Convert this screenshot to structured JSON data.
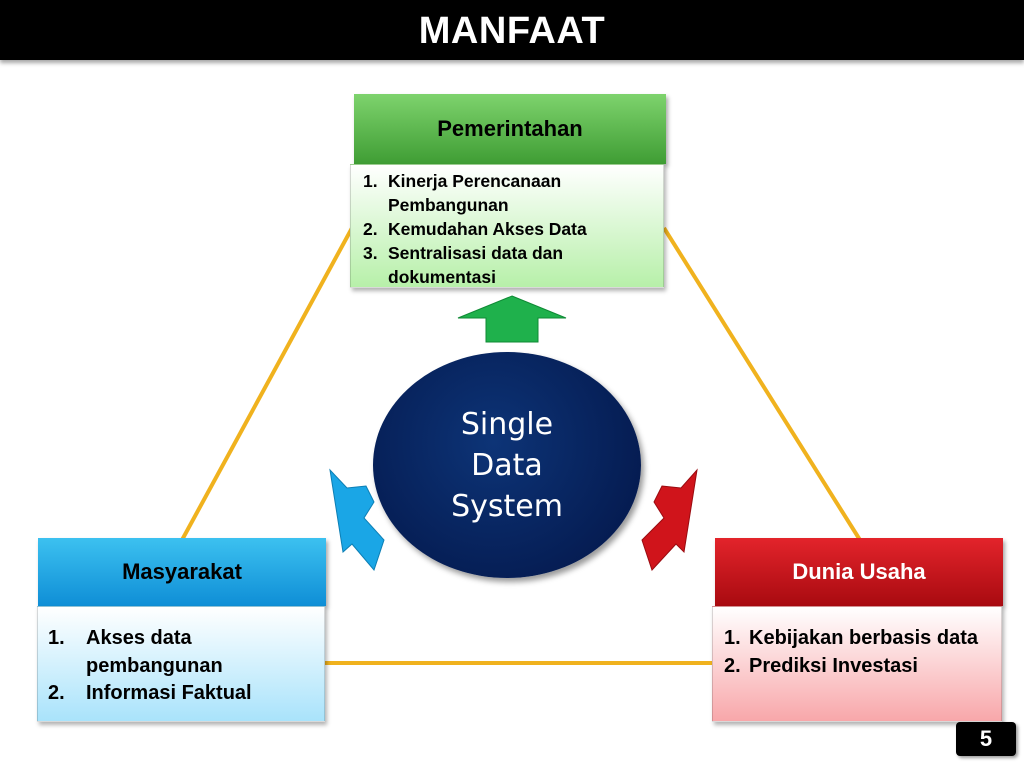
{
  "title": "MANFAAT",
  "core": {
    "label": "Single\nData\nSystem"
  },
  "government": {
    "header": "Pemerintahan",
    "items": [
      {
        "num": "1.",
        "text": "Kinerja Perencanaan Pembangunan"
      },
      {
        "num": "2.",
        "text": "Kemudahan Akses Data"
      },
      {
        "num": "3.",
        "text": "Sentralisasi data dan dokumentasi"
      }
    ]
  },
  "society": {
    "header": "Masyarakat",
    "items": [
      {
        "num": "1.",
        "text": "Akses data pembangunan"
      },
      {
        "num": "2.",
        "text": "Informasi Faktual"
      }
    ]
  },
  "business": {
    "header": "Dunia Usaha",
    "items": [
      {
        "num": "1.",
        "text": "Kebijakan berbasis data"
      },
      {
        "num": "2.",
        "text": "Prediksi Investasi"
      }
    ]
  },
  "page_number": "5",
  "colors": {
    "connector": "#f0b21e",
    "government": "#4caf3f",
    "society": "#1aa6e6",
    "business": "#d0141b",
    "core": "#0a2a66"
  }
}
